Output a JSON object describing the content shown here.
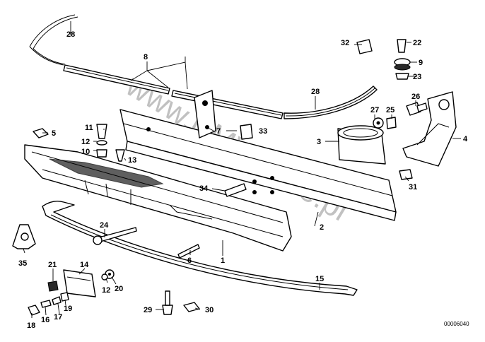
{
  "labels": {
    "l1": "1",
    "l2": "2",
    "l3": "3",
    "l4": "4",
    "l5": "5",
    "l6": "6",
    "l7": "7",
    "l8": "8",
    "l9": "9",
    "l10": "10",
    "l11": "11",
    "l12a": "12",
    "l12b": "12",
    "l13": "13",
    "l14": "14",
    "l15": "15",
    "l16": "16",
    "l17": "17",
    "l18": "18",
    "l19": "19",
    "l20": "20",
    "l21": "21",
    "l22": "22",
    "l23": "23",
    "l24": "24",
    "l25": "25",
    "l26": "26",
    "l27": "27",
    "l28a": "28",
    "l28b": "28",
    "l29": "29",
    "l30": "30",
    "l31": "31",
    "l32": "32",
    "l33": "33",
    "l34": "34",
    "l35": "35"
  },
  "watermark": "www.BMWstore.pl",
  "diagram_code": "00006040"
}
